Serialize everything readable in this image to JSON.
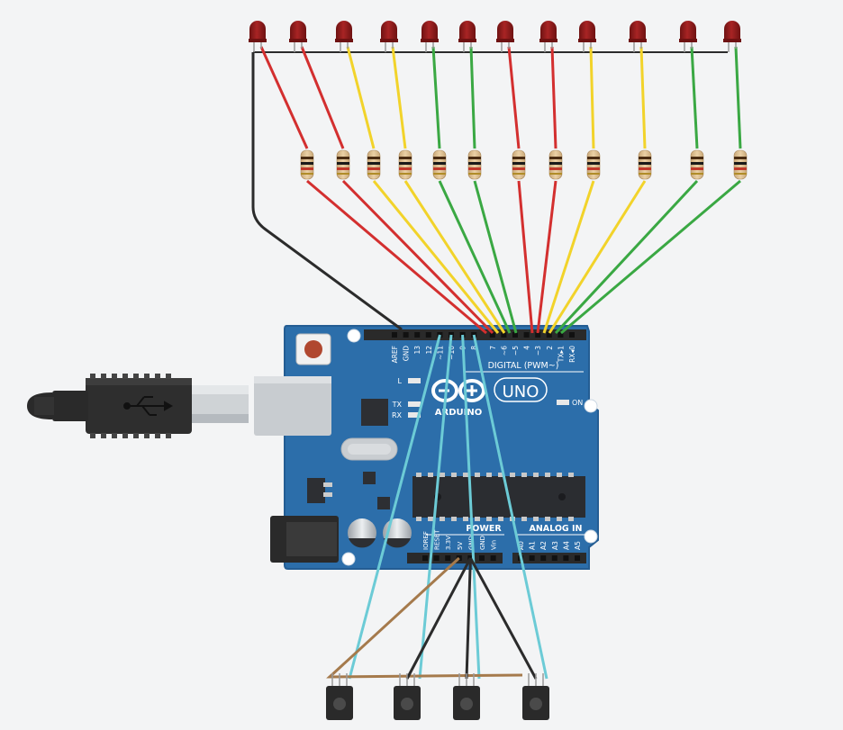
{
  "board": {
    "brand": "ARDUINO",
    "model": "UNO",
    "digital_label": "DIGITAL (PWM~)",
    "power_label": "POWER",
    "analog_label": "ANALOG IN",
    "on_label": "ON",
    "led_l": "L",
    "led_tx": "TX",
    "led_rx": "RX",
    "digital_pins": [
      "AREF",
      "GND",
      "13",
      "12",
      "~11",
      "~10",
      "~9",
      "8",
      "7",
      "~6",
      "~5",
      "4",
      "~3",
      "2",
      "TX▸1",
      "RX◂0"
    ],
    "power_pins": [
      "IOREF",
      "RESET",
      "3.3V",
      "5V",
      "GND",
      "GND",
      "Vin"
    ],
    "analog_pins": [
      "A0",
      "A1",
      "A2",
      "A3",
      "A4",
      "A5"
    ]
  },
  "led_wire_colors": [
    "red",
    "red",
    "yellow",
    "yellow",
    "green",
    "green",
    "red",
    "red",
    "yellow",
    "yellow",
    "green",
    "green"
  ],
  "colors": {
    "board": "#2c6eaa",
    "board_dark": "#1f5a8f",
    "red_wire": "#d32f2f",
    "yellow_wire": "#f2d32a",
    "green_wire": "#3aa843",
    "black_wire": "#2b2b2b",
    "cyan_wire": "#6ccbd6",
    "brown_wire": "#a57a4c",
    "led": "#8b1a1a"
  },
  "sensor_count": 4
}
